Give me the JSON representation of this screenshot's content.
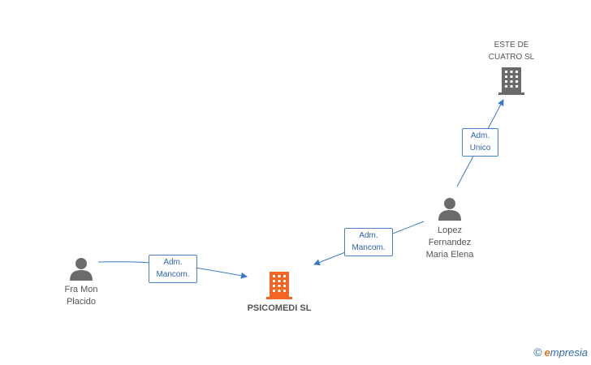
{
  "diagram": {
    "nodes": {
      "este_de_cuatro": {
        "label_line1": "ESTE DE",
        "label_line2": "CUATRO SL",
        "icon": "building-icon",
        "color": "#6b6b6b"
      },
      "lopez": {
        "label_line1": "Lopez",
        "label_line2": "Fernandez",
        "label_line3": "Maria Elena",
        "icon": "person-icon",
        "color": "#6b6b6b"
      },
      "fra_mon": {
        "label_line1": "Fra Mon",
        "label_line2": "Placido",
        "icon": "person-icon",
        "color": "#6b6b6b"
      },
      "psicomedi": {
        "label": "PSICOMEDI SL",
        "icon": "building-icon",
        "color": "#f26522"
      }
    },
    "edges": {
      "lopez_to_este": {
        "line1": "Adm.",
        "line2": "Unico"
      },
      "lopez_to_psicomedi": {
        "line1": "Adm.",
        "line2": "Mancom."
      },
      "fra_to_psicomedi": {
        "line1": "Adm.",
        "line2": "Mancom."
      }
    },
    "edge_color": "#3b78c9"
  },
  "footer": {
    "copyright_symbol": "©",
    "brand_initial": "e",
    "brand_rest": "mpresia"
  }
}
